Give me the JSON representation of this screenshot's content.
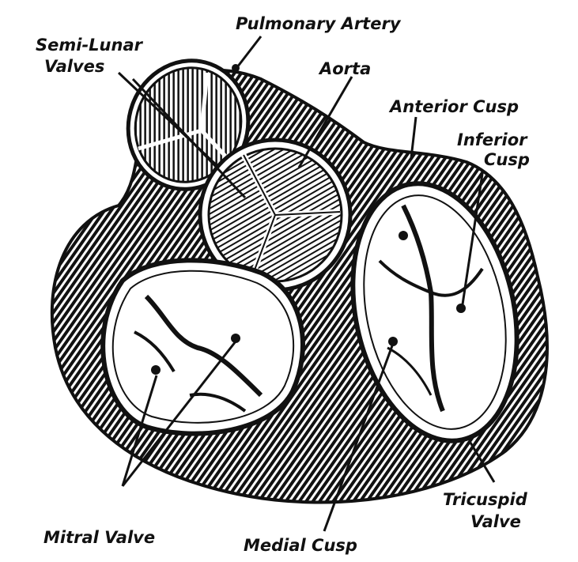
{
  "labels": {
    "pulmonary_artery": "Pulmonary Artery",
    "semi_lunar": "Semi-Lunar",
    "valves": "Valves",
    "aorta": "Aorta",
    "anterior_cusp": "Anterior Cusp",
    "inferior": "Inferior",
    "cusp": "Cusp",
    "tricuspid": "Tricuspid",
    "valve": "Valve",
    "mitral_valve": "Mitral Valve",
    "medial_cusp": "Medial Cusp"
  },
  "colors": {
    "ink": "#111111",
    "paper": "#ffffff"
  }
}
